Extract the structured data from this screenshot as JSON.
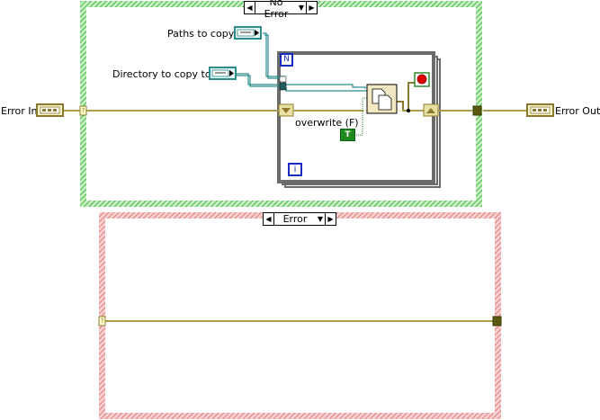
{
  "no_error_case": {
    "selector_label": "No Error",
    "controls": {
      "paths_label": "Paths to copy",
      "directory_label": "Directory to copy to",
      "overwrite_label": "overwrite (F)",
      "overwrite_constant": "T",
      "loop_counter": "i",
      "loop_count_terminal": "N"
    }
  },
  "error_case": {
    "selector_label": "Error"
  },
  "terminals": {
    "error_in_label": "Error In",
    "error_out_label": "Error Out"
  },
  "colors": {
    "no_error_frame": "#3fb93f",
    "error_frame": "#e27a7a",
    "error_wire": "#8b7a2e",
    "path_wire": "#2b8d8d",
    "loop_frame": "#6b6b6b"
  }
}
